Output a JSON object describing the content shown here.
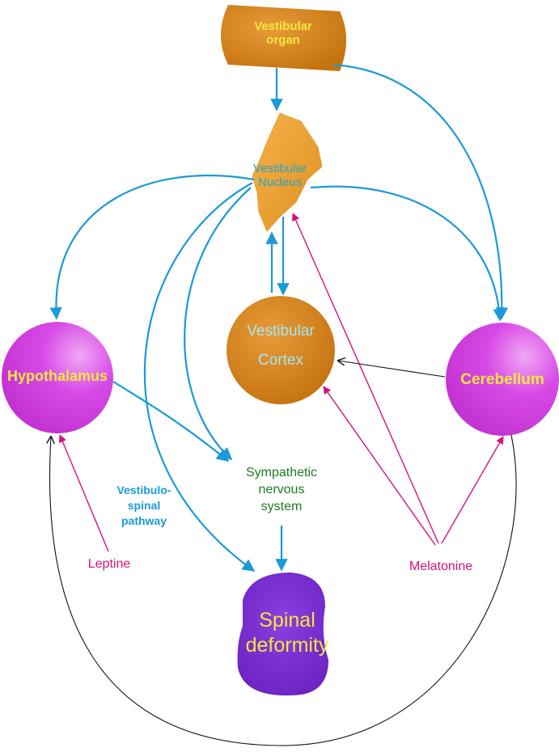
{
  "nodes": {
    "vestibular_organ": {
      "line1": "Vestibular",
      "line2": "organ"
    },
    "vestibular_nucleus": {
      "line1": "Vestibular",
      "line2": "Nucleus"
    },
    "vestibular_cortex": {
      "line1": "Vestibular",
      "line2": "Cortex"
    },
    "hypothalamus": "Hypothalamus",
    "cerebellum": "Cerebellum",
    "spinal_deformity": {
      "line1": "Spinal",
      "line2": "deformity"
    },
    "sympathetic": {
      "line1": "Sympathetic",
      "line2": "nervous",
      "line3": "system"
    },
    "vestibulospinal": {
      "line1": "Vestibulo-",
      "line2": "spinal",
      "line3": "pathway"
    },
    "leptine": "Leptine",
    "melatonine": "Melatonine"
  },
  "colors": {
    "orange": "#d9841a",
    "violet": "#d84ae6",
    "purple": "#7a2fd0",
    "blue_arrow": "#1a9ad6",
    "magenta_arrow": "#d4127a",
    "black_arrow": "#111111",
    "yellow_text": "#f2e83a",
    "green_text": "#1f7a1f",
    "blue_text": "#1a9ad6",
    "magenta_text": "#d4127a",
    "cyan_text": "#2aa3c8"
  }
}
